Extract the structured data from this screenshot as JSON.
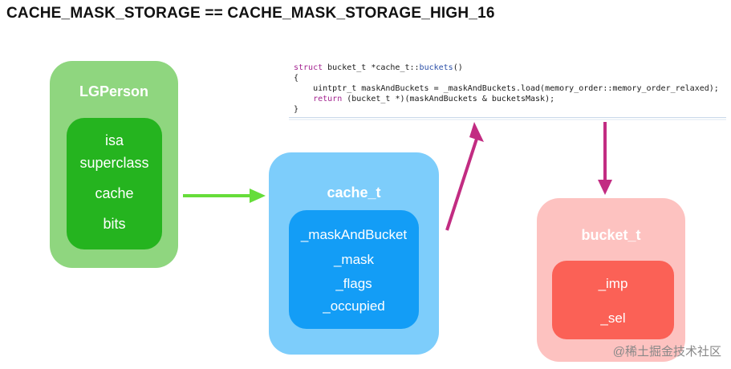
{
  "title": "CACHE_MASK_STORAGE == CACHE_MASK_STORAGE_HIGH_16",
  "lgperson": {
    "title": "LGPerson",
    "fields": [
      "isa",
      "superclass",
      "cache",
      "bits"
    ]
  },
  "cache_t": {
    "title": "cache_t",
    "fields": [
      "_maskAndBucket",
      "_mask",
      "_flags",
      "_occupied"
    ]
  },
  "bucket_t": {
    "title": "bucket_t",
    "fields": [
      "_imp",
      "_sel"
    ]
  },
  "code": {
    "line1_kw": "struct",
    "line1_rest": " bucket_t *cache_t::",
    "line1_fn": "buckets",
    "line1_end": "()",
    "line2": "{",
    "line3": "    uintptr_t maskAndBuckets = _maskAndBuckets.load(memory_order::memory_order_relaxed);",
    "line4_indent": "    ",
    "line4_kw": "return",
    "line4_rest": " (bucket_t *)(maskAndBuckets & bucketsMask);",
    "line5": "}"
  },
  "colors": {
    "lgperson_outer": "#8fd67f",
    "lgperson_inner": "#25b41f",
    "cache_outer": "#7dcdfb",
    "cache_inner": "#139df6",
    "bucket_outer": "#fdc2c0",
    "bucket_inner": "#fb6156",
    "green_arrow": "#66dd3a",
    "magenta_arrow": "#c22c82"
  },
  "watermark": "@稀土掘金技术社区"
}
